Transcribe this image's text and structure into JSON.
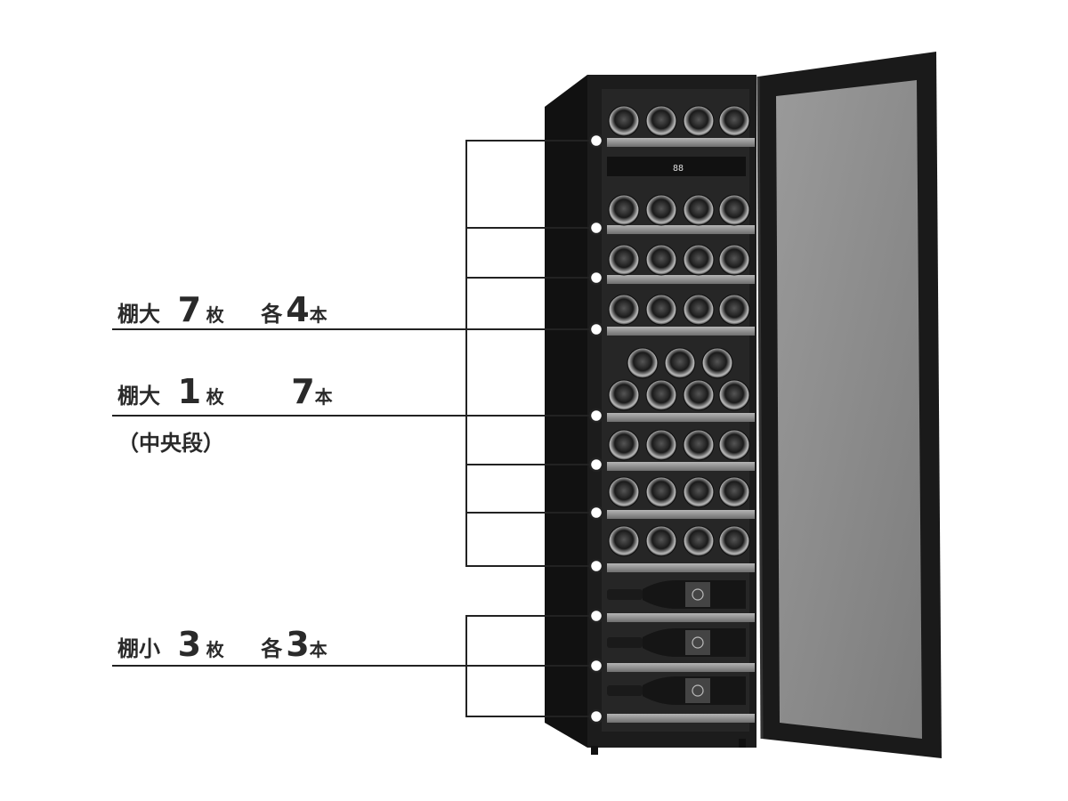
{
  "labels": {
    "large_shelves": {
      "word": "棚大",
      "count": "7",
      "unit": "枚",
      "each": "各",
      "bottles": "4",
      "bottle_unit": "本"
    },
    "center_shelf": {
      "word": "棚大",
      "count": "1",
      "unit": "枚",
      "bottles": "7",
      "bottle_unit": "本",
      "note": "（中央段）"
    },
    "small_shelves": {
      "word": "棚小",
      "count": "3",
      "unit": "枚",
      "each": "各",
      "bottles": "3",
      "bottle_unit": "本"
    }
  },
  "cabinet": {
    "color": "#1c1c1c",
    "shelf_color": "#8a8a8a",
    "glass_color": "#8f8f8f"
  }
}
